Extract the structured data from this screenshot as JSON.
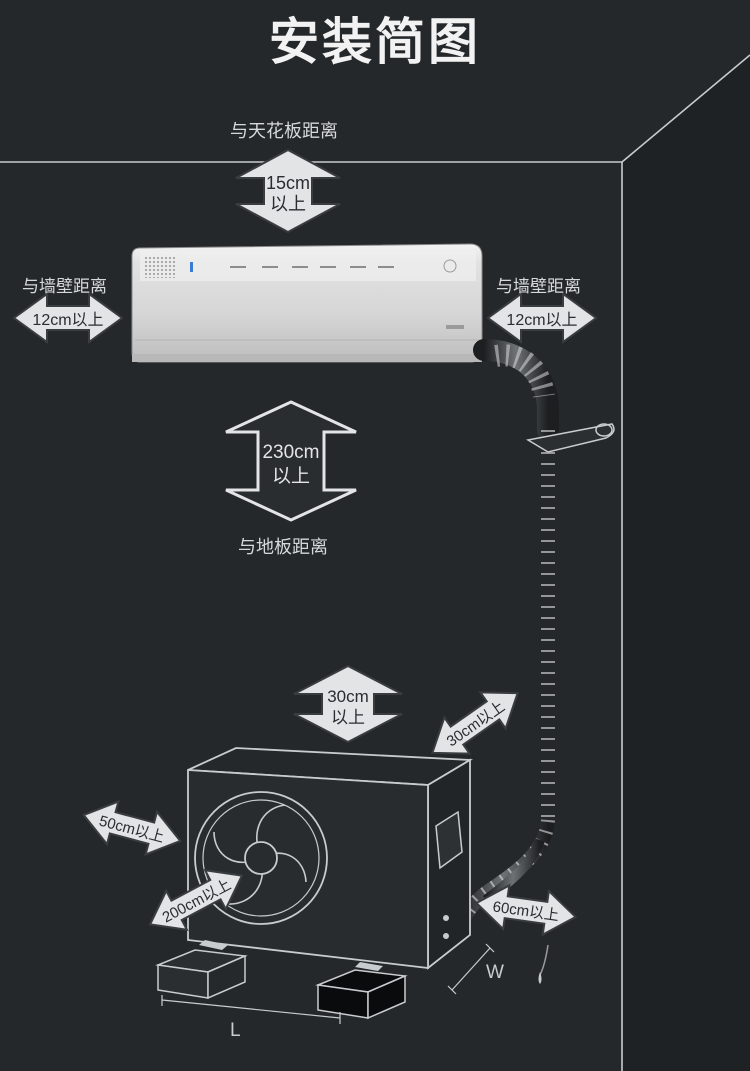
{
  "title": "安装简图",
  "labels": {
    "ceiling": "与天花板距离",
    "wall_left": "与墙壁距离",
    "wall_right": "与墙壁距离",
    "floor": "与地板距离"
  },
  "clearances": {
    "ceiling_l1": "15cm",
    "ceiling_l2": "以上",
    "wall_left": "12cm以上",
    "wall_right": "12cm以上",
    "floor_l1": "230cm",
    "floor_l2": "以上",
    "outdoor_top_l1": "30cm",
    "outdoor_top_l2": "以上",
    "outdoor_back": "30cm以上",
    "outdoor_left": "50cm以上",
    "outdoor_front": "200cm以上",
    "outdoor_right": "60cm以上"
  },
  "dimensions": {
    "width": "W",
    "length": "L"
  },
  "colors": {
    "background": "#25282b",
    "arrow_fill": "#e2e4e6",
    "arrow_stroke": "#3a3d40"
  }
}
